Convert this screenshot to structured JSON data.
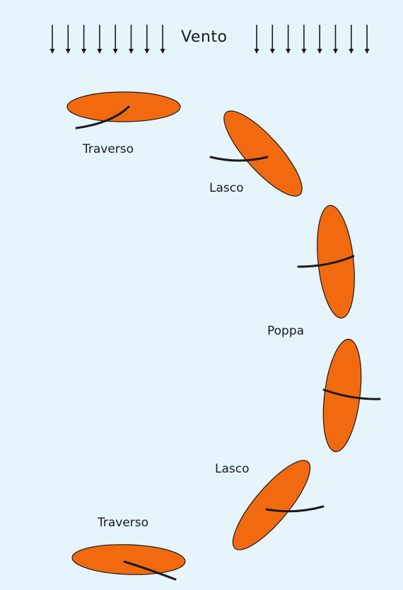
{
  "title": "",
  "wind": {
    "label": "Vento",
    "arrow_count_left": 8,
    "arrow_count_right": 8
  },
  "boats": [
    {
      "label": "Traverso"
    },
    {
      "label": "Lasco"
    },
    {
      "label": "Poppa"
    },
    {
      "label": "Lasco"
    },
    {
      "label": "Traverso"
    }
  ],
  "colors": {
    "background": "#e6f4fc",
    "hull": "#f26a0f",
    "outline": "#1a1a1a",
    "sail": "#1a1a1a"
  }
}
